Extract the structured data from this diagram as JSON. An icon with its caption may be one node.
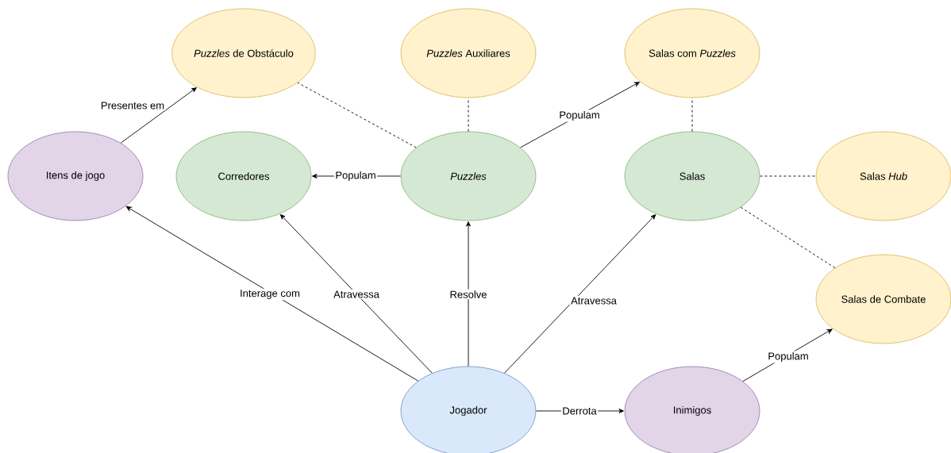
{
  "diagram": {
    "nodes": [
      {
        "text": [
          "*Puzzles* de Obstáculo"
        ]
      },
      {
        "text": [
          "*Puzzles* Auxiliares"
        ]
      },
      {
        "text": [
          "Salas com *Puzzles*"
        ]
      },
      {
        "text": [
          "Itens de jogo"
        ]
      },
      {
        "text": [
          "Corredores"
        ]
      },
      {
        "text": [
          "Puzzles"
        ]
      },
      {
        "text": [
          "Salas"
        ]
      },
      {
        "text": [
          "Salas *Hub*"
        ]
      },
      {
        "text": [
          "Salas de Combate"
        ]
      },
      {
        "text": [
          "Jogador"
        ]
      },
      {
        "text": [
          "Inimigos"
        ]
      }
    ],
    "edges": [
      {
        "from": 3,
        "to": 0,
        "arrow": "to",
        "label": "Presentes em"
      },
      {
        "from": 5,
        "to": 4,
        "arrow": "to",
        "label": "Populam"
      },
      {
        "from": 5,
        "to": 2,
        "arrow": "to",
        "label": "Populam"
      },
      {
        "from": 5,
        "to": 0,
        "arrow": "none",
        "style": "dashed"
      },
      {
        "from": 5,
        "to": 1,
        "arrow": "none",
        "style": "dashed"
      },
      {
        "from": 6,
        "to": 2,
        "arrow": "none",
        "style": "dashed"
      },
      {
        "from": 6,
        "to": 7,
        "arrow": "none",
        "style": "dashed"
      },
      {
        "from": 6,
        "to": 8,
        "arrow": "none",
        "style": "dashed"
      },
      {
        "from": 9,
        "to": 3,
        "arrow": "to",
        "label": "Interage com"
      },
      {
        "from": 9,
        "to": 4,
        "arrow": "to",
        "label": "Atravessa"
      },
      {
        "from": 9,
        "to": 5,
        "arrow": "to",
        "label": "Resolve"
      },
      {
        "from": 9,
        "to": 6,
        "arrow": "to",
        "label": "Atravessa"
      },
      {
        "from": 9,
        "to": 10,
        "arrow": "to",
        "label": "Derrota"
      },
      {
        "from": 10,
        "to": 8,
        "arrow": "to",
        "label": "Populam"
      }
    ]
  }
}
